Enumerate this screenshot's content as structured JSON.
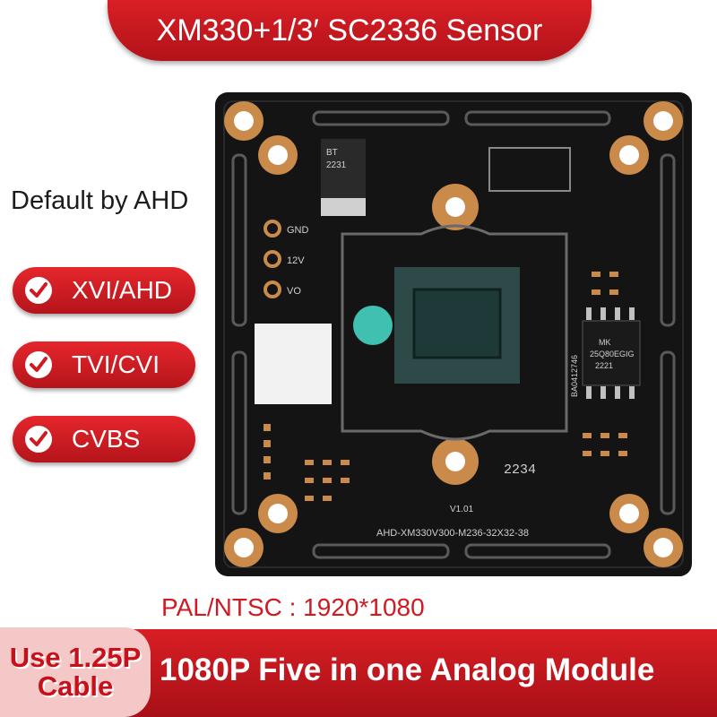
{
  "header": {
    "title": "XM330+1/3′ SC2336 Sensor"
  },
  "default_mode": "Default by AHD",
  "formats": [
    {
      "label": "XVI/AHD"
    },
    {
      "label": "TVI/CVI"
    },
    {
      "label": "CVBS"
    }
  ],
  "board": {
    "pin_labels": [
      "GND",
      "12V",
      "VO"
    ],
    "chip_text": [
      "MK",
      "25Q80EGIG",
      "2221"
    ],
    "side_code": "BA0412746",
    "diode_text": [
      "BT",
      "2231"
    ],
    "date_code": "2234",
    "version": "V1.01",
    "model_code": "AHD-XM330V300-M236-32X32-38"
  },
  "resolution": "PAL/NTSC : 1920*1080",
  "cable_note": {
    "line1": "Use 1.25P",
    "line2": "Cable"
  },
  "footer": {
    "title": "1080P Five in one Analog Module"
  },
  "colors": {
    "accent_red": "#d81f25",
    "pcb_black": "#121212",
    "gold": "#c98a4a"
  }
}
